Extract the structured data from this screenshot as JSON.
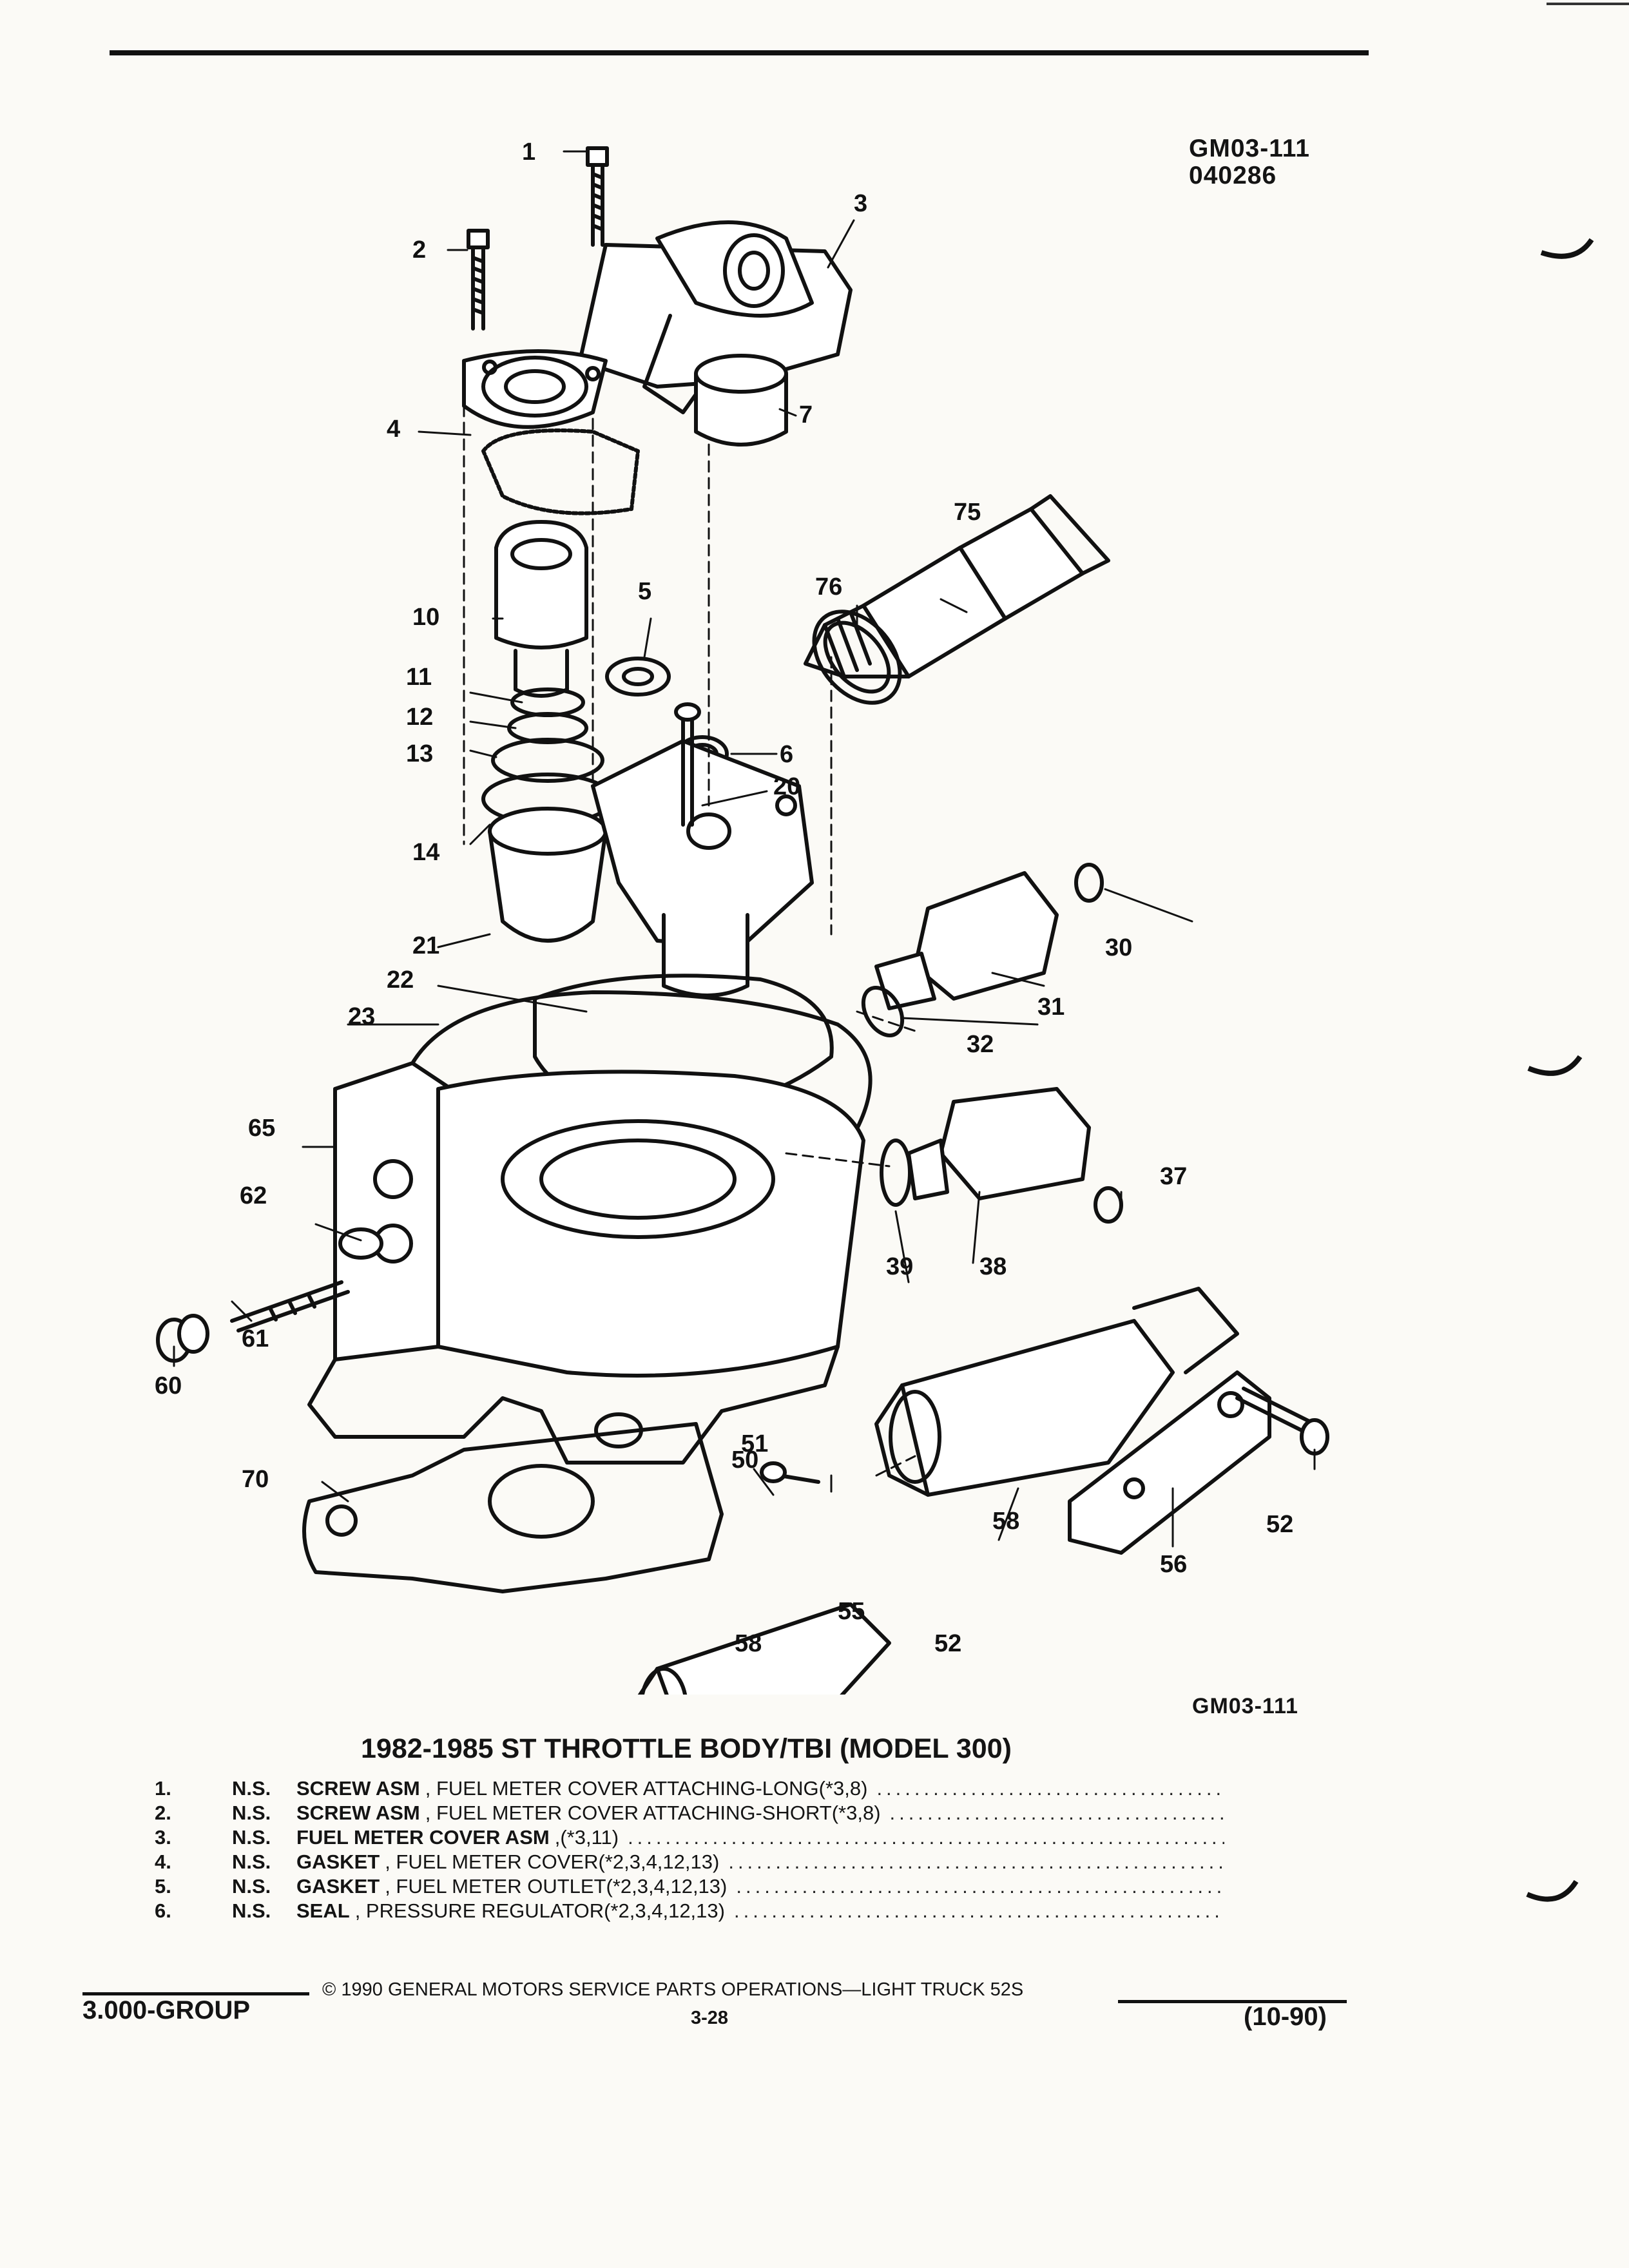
{
  "header": {
    "figure_code": "GM03-111",
    "figure_date": "040286"
  },
  "diagram": {
    "callouts": [
      "1",
      "2",
      "3",
      "4",
      "7",
      "10",
      "5",
      "75",
      "76",
      "11",
      "12",
      "13",
      "6",
      "20",
      "14",
      "21",
      "30",
      "22",
      "31",
      "23",
      "32",
      "65",
      "37",
      "62",
      "39",
      "38",
      "61",
      "60",
      "51",
      "50",
      "70",
      "58",
      "52",
      "56",
      "55",
      "58",
      "52"
    ],
    "caption_code": "GM03-111"
  },
  "parts_list": {
    "title": "1982-1985 ST THROTTLE BODY/TBI (MODEL 300)",
    "items": [
      {
        "num": "1.",
        "ns": "N.S.",
        "name": "SCREW ASM",
        "desc": ", FUEL METER COVER ATTACHING-LONG(*3,8)"
      },
      {
        "num": "2.",
        "ns": "N.S.",
        "name": "SCREW ASM",
        "desc": ", FUEL METER COVER ATTACHING-SHORT(*3,8)"
      },
      {
        "num": "3.",
        "ns": "N.S.",
        "name": "FUEL METER COVER ASM",
        "desc": ",(*3,11)"
      },
      {
        "num": "4.",
        "ns": "N.S.",
        "name": "GASKET",
        "desc": ", FUEL METER COVER(*2,3,4,12,13)"
      },
      {
        "num": "5.",
        "ns": "N.S.",
        "name": "GASKET",
        "desc": ", FUEL METER OUTLET(*2,3,4,12,13)"
      },
      {
        "num": "6.",
        "ns": "N.S.",
        "name": "SEAL",
        "desc": ", PRESSURE REGULATOR(*2,3,4,12,13)"
      }
    ],
    "leader_dots": "................................................................................................"
  },
  "footer": {
    "copyright": "© 1990 GENERAL MOTORS SERVICE PARTS OPERATIONS—LIGHT TRUCK 52S",
    "group": "3.000-GROUP",
    "page": "3-28",
    "revision": "(10-90)"
  }
}
